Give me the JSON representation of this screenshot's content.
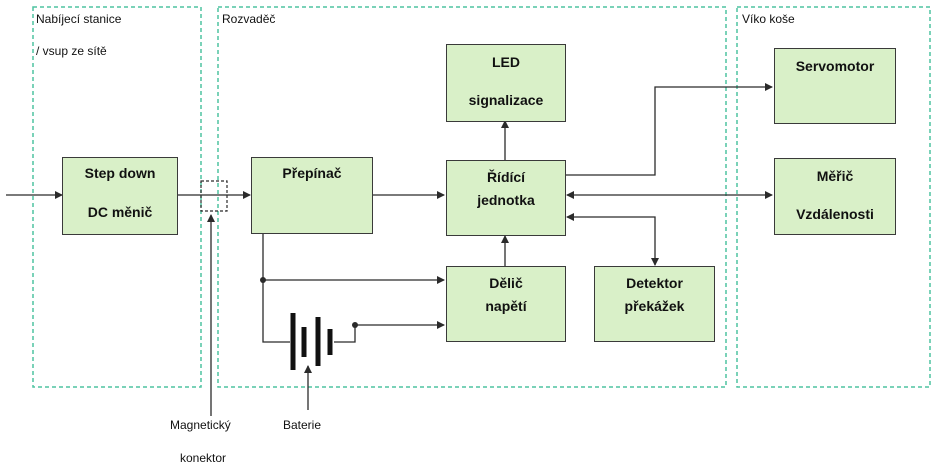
{
  "groups": {
    "station": {
      "title_line1": "Nabíjecí stanice",
      "title_line2": "/ vsup ze sítě"
    },
    "rozvadec": {
      "title": "Rozvaděč"
    },
    "viko": {
      "title": "Víko koše"
    }
  },
  "blocks": {
    "step_down": {
      "line1": "Step down",
      "line2": "DC měnič"
    },
    "prepinac": {
      "line1": "Přepínač"
    },
    "led": {
      "line1": "LED",
      "line2": "signalizace"
    },
    "ridici": {
      "line1": "Řídící",
      "line2": "jednotka"
    },
    "delic": {
      "line1": "Dělič",
      "line2": "napětí"
    },
    "detektor": {
      "line1": "Detektor",
      "line2": "překážek"
    },
    "servo": {
      "line1": "Servomotor"
    },
    "meric": {
      "line1": "Měřič",
      "line2": "Vzdálenosti"
    }
  },
  "callouts": {
    "magneticky_line1": "Magnetický",
    "magneticky_line2": "konektor",
    "baterie": "Baterie"
  },
  "colors": {
    "box_fill": "#d9f0c8",
    "group_border": "#4fc3a1",
    "line": "#2b2b2b"
  }
}
